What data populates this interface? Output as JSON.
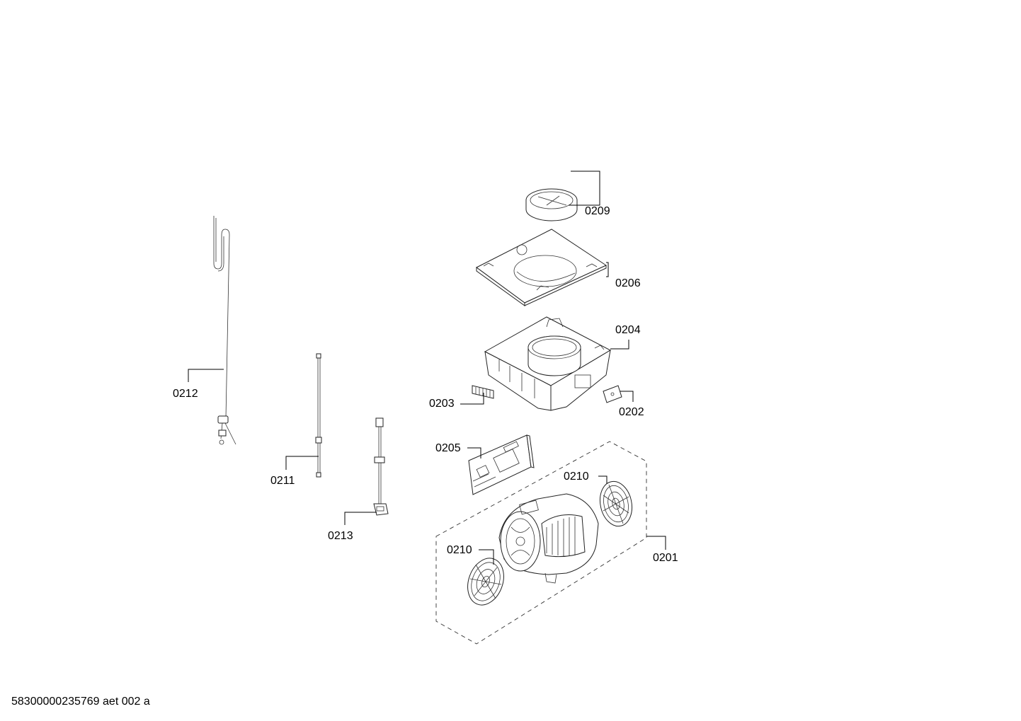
{
  "diagram": {
    "labels": {
      "p0209": "0209",
      "p0206": "0206",
      "p0204": "0204",
      "p0203": "0203",
      "p0202": "0202",
      "p0205": "0205",
      "p0210a": "0210",
      "p0210b": "0210",
      "p0201": "0201",
      "p0212": "0212",
      "p0211": "0211",
      "p0213": "0213"
    },
    "footer": "58300000235769 aet 002 a"
  }
}
